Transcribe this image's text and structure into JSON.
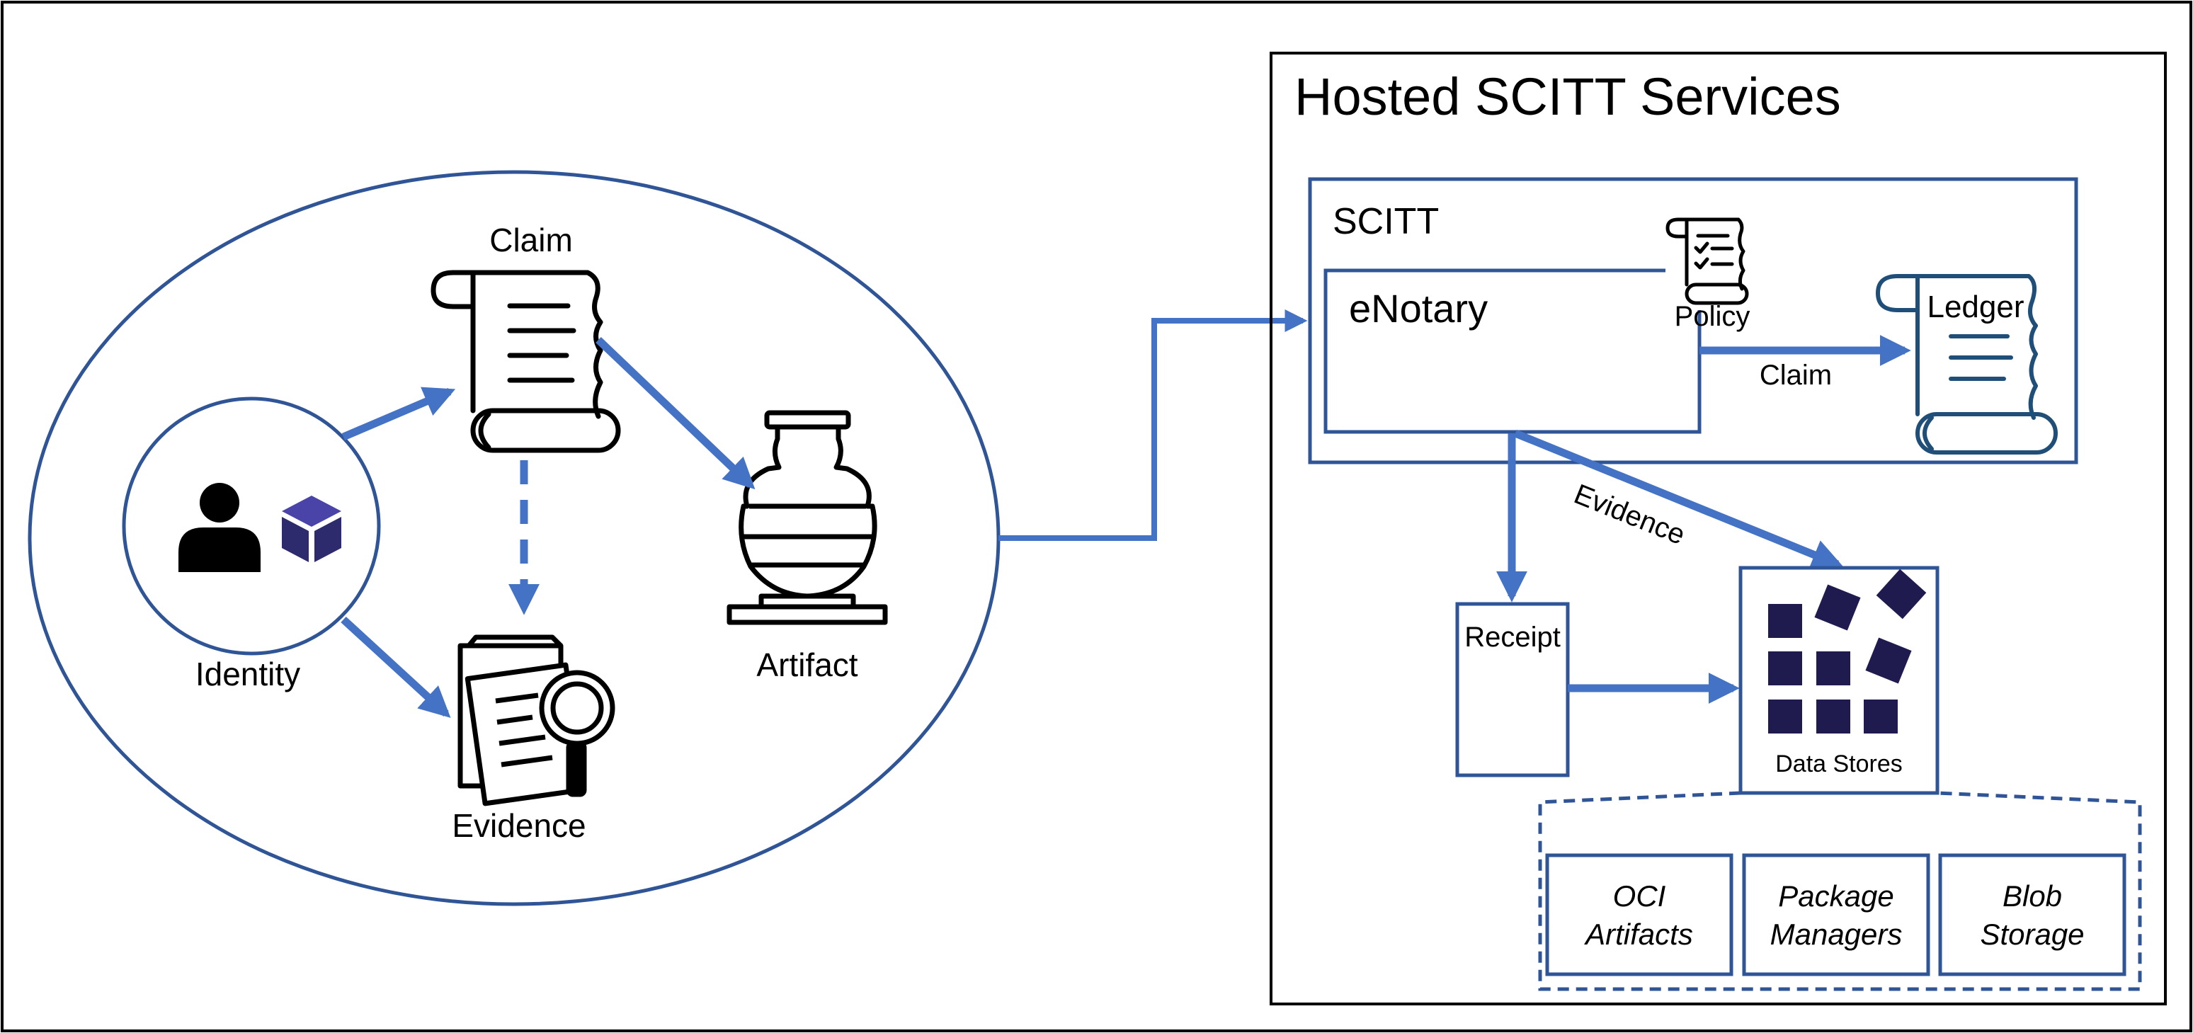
{
  "colors": {
    "arrow": "#4472c4",
    "box_border": "#2f5597",
    "ledger_icon": "#1f4e79",
    "cube": "#2e2a6e",
    "data_square": "#1f1b4f",
    "outline": "#000000"
  },
  "left_group": {
    "claim_label": "Claim",
    "identity_label": "Identity",
    "evidence_label": "Evidence",
    "artifact_label": "Artifact",
    "icons": [
      "scroll-icon",
      "person-icon",
      "cube-icon",
      "document-magnifier-icon",
      "vase-icon"
    ]
  },
  "hosted": {
    "title": "Hosted SCITT Services",
    "scitt_label": "SCITT",
    "enotary_label": "eNotary",
    "policy_label": "Policy",
    "ledger_label": "Ledger",
    "claim_arrow_label": "Claim",
    "evidence_arrow_label": "Evidence",
    "receipt_label": "Receipt",
    "data_stores_label": "Data Stores",
    "stores": [
      {
        "line1": "OCI",
        "line2": "Artifacts"
      },
      {
        "line1": "Package",
        "line2": "Managers"
      },
      {
        "line1": "Blob",
        "line2": "Storage"
      }
    ]
  }
}
